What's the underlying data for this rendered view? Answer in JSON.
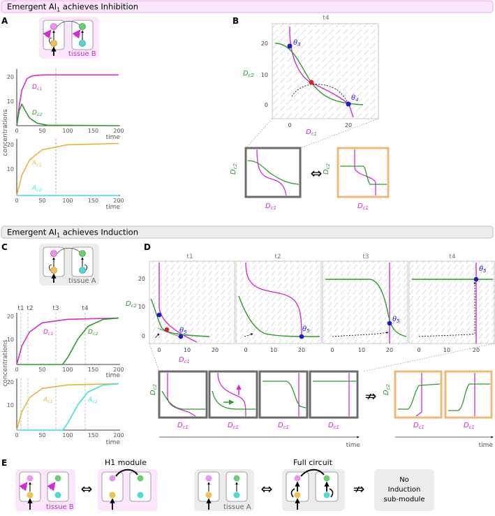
{
  "colors": {
    "magenta": "#d42bd4",
    "green": "#2a9d2a",
    "orange": "#e8b43a",
    "cyan": "#3ee0e0",
    "blue": "#1a1ad0",
    "red": "#e02020",
    "dark_gray_frame": "#6b6b6b",
    "orange_frame": "#f0b878",
    "pink_bg": "#fbe6fb",
    "gray_bg": "#ececec",
    "vector_field": "#c8c8c8"
  },
  "section_top": {
    "title_main": "Emergent AI",
    "title_sub": "1",
    "title_rest": " achieves Inhibition"
  },
  "section_bottom": {
    "title_main": "Emergent AI",
    "title_sub": "1",
    "title_rest": " achieves Induction"
  },
  "panel_letters": {
    "a": "A",
    "b": "B",
    "c": "C",
    "d": "D",
    "e": "E"
  },
  "panel_a": {
    "tissue_label": "tissue B",
    "y_axis_label": "concentrations",
    "x_label": "time",
    "series_labels": {
      "dc1": "D",
      "dc2": "D",
      "ac1": "A",
      "ac2": "A"
    },
    "series_subs": {
      "dc1": "c1",
      "dc2": "c2",
      "ac1": "c1",
      "ac2": "c2"
    }
  },
  "panel_b": {
    "title": "t4",
    "x_label_main": "D",
    "x_label_sub": "c1",
    "y_label_main": "D",
    "y_label_sub": "c2",
    "theta_3": "θ",
    "theta_3_sub": "3",
    "theta_4": "θ",
    "theta_4_sub": "4",
    "equiv_symbol": "⇔"
  },
  "panel_c": {
    "tissue_label": "tissue A",
    "y_axis_label": "concentrations",
    "x_label": "time",
    "time_marks": [
      "t1",
      "t2",
      "t3",
      "t4"
    ]
  },
  "panel_d": {
    "panel_titles": [
      "t1",
      "t2",
      "t3",
      "t4"
    ],
    "theta_5": "θ",
    "theta_5_sub": "5",
    "x_label": "time",
    "not_equiv_symbol": "⇏"
  },
  "panel_e": {
    "h1_module_label": "H1 module",
    "full_circuit_label": "Full circuit",
    "tissue_b_label": "tissue B",
    "tissue_a_label": "tissue A",
    "equiv_symbol": "⇔",
    "not_equiv_symbol": "⇏",
    "no_induction_line1": "No",
    "no_induction_line2": "Induction",
    "no_induction_line3": "sub-module"
  },
  "chart_data": [
    {
      "type": "line",
      "x_label": "time",
      "xlim": [
        0,
        200
      ],
      "ylim": [
        0,
        22
      ],
      "x_ticks": [
        0,
        50,
        100,
        150,
        200
      ],
      "y_ticks": [
        10,
        20
      ],
      "series": [
        {
          "name": "Dc1",
          "x": [
            0,
            5,
            10,
            20,
            30,
            50,
            100,
            200
          ],
          "values": [
            0,
            8,
            14,
            18.5,
            19.6,
            20,
            20,
            20
          ]
        },
        {
          "name": "Dc2",
          "x": [
            0,
            5,
            10,
            15,
            25,
            40,
            60,
            200
          ],
          "values": [
            0,
            6,
            8.5,
            6.5,
            3,
            1,
            0.2,
            0
          ]
        }
      ],
      "grid": false
    },
    {
      "type": "line",
      "x_label": "time",
      "xlim": [
        0,
        200
      ],
      "ylim": [
        0,
        22
      ],
      "x_ticks": [
        0,
        50,
        100,
        150,
        200
      ],
      "y_ticks": [
        10,
        20
      ],
      "series": [
        {
          "name": "Ac1",
          "x": [
            0,
            10,
            25,
            50,
            100,
            200
          ],
          "values": [
            0,
            8,
            14,
            18,
            20,
            20.5
          ]
        },
        {
          "name": "Ac2",
          "x": [
            0,
            200
          ],
          "values": [
            0,
            0
          ]
        }
      ],
      "grid": false
    },
    {
      "type": "line",
      "x_label": "time",
      "xlim": [
        0,
        200
      ],
      "ylim": [
        0,
        22
      ],
      "x_ticks": [
        0,
        50,
        100,
        150,
        200
      ],
      "y_ticks": [
        10,
        20
      ],
      "series": [
        {
          "name": "Dc1",
          "x": [
            0,
            10,
            25,
            50,
            100,
            200
          ],
          "values": [
            0,
            8,
            14,
            18,
            19.5,
            20
          ]
        },
        {
          "name": "Dc2",
          "x": [
            0,
            90,
            100,
            120,
            140,
            170,
            200
          ],
          "values": [
            0,
            0,
            3,
            11,
            16.5,
            19.5,
            20
          ]
        }
      ],
      "grid": false
    },
    {
      "type": "line",
      "x_label": "time",
      "xlim": [
        0,
        200
      ],
      "ylim": [
        0,
        22
      ],
      "x_ticks": [
        0,
        50,
        100,
        150,
        200
      ],
      "y_ticks": [
        10,
        20
      ],
      "series": [
        {
          "name": "Ac1",
          "x": [
            0,
            10,
            25,
            50,
            100,
            200
          ],
          "values": [
            0,
            8,
            14,
            18,
            19.5,
            20
          ]
        },
        {
          "name": "Ac2",
          "x": [
            0,
            90,
            100,
            120,
            140,
            170,
            200
          ],
          "values": [
            0,
            0,
            3,
            11,
            16.5,
            19.5,
            20
          ]
        }
      ],
      "grid": false
    }
  ]
}
